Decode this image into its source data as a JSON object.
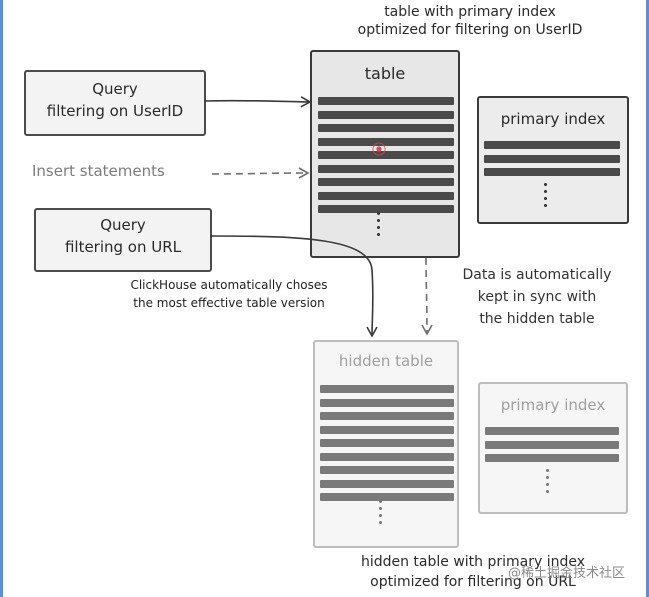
{
  "title_top": {
    "line1": "table with primary index",
    "line2": "optimized for filtering on UserID"
  },
  "title_bottom": {
    "line1": "hidden table with primary index",
    "line2": "optimized for filtering on URL"
  },
  "query_userid": {
    "line1": "Query",
    "line2": "filtering on UserID"
  },
  "query_url": {
    "line1": "Query",
    "line2": "filtering on URL"
  },
  "insert_label": "Insert statements",
  "table_label": "table",
  "primary_index_label": "primary index",
  "hidden_table_label": "hidden table",
  "hidden_primary_index_label": "primary index",
  "choose_note": {
    "line1": "ClickHouse automatically choses",
    "line2": "the most effective table version"
  },
  "sync_note": {
    "line1": "Data is automatically",
    "line2": "kept in sync with",
    "line3": "the hidden table"
  },
  "watermark": "@稀土掘金技术社区",
  "colors": {
    "ink": "#2a2a2a",
    "faded_ink": "#9a9a9a",
    "row": "#4a4a4a",
    "faded_row": "#7a7a7a",
    "cursor": "#e04a4a",
    "frame": "#5b8fd6"
  }
}
